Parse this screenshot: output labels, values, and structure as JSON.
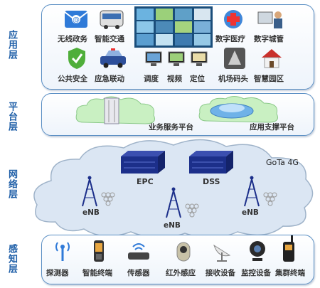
{
  "layers": {
    "application": {
      "label": "应用层",
      "items": [
        "无线政务",
        "智能交通",
        "数字医疗",
        "数字城管",
        "公共安全",
        "应急联动",
        "调度",
        "视频",
        "定位",
        "机场码头",
        "智慧园区"
      ]
    },
    "platform": {
      "label": "平台层",
      "items": [
        "业务服务平台",
        "应用支撑平台"
      ]
    },
    "network": {
      "label": "网络层",
      "items": [
        "EPC",
        "DSS",
        "GoTa 4G",
        "eNB",
        "eNB",
        "eNB"
      ]
    },
    "perception": {
      "label": "感知层",
      "items": [
        "探测器",
        "智能终端",
        "传感器",
        "红外感应",
        "接收设备",
        "监控设备",
        "集群终端"
      ]
    }
  },
  "colors": {
    "label": "#1f5fa8",
    "panel_border": "#5b8fc4",
    "cloud_fill": "#dbe6f3",
    "platform_cloud": "#c9f0c2",
    "server": "#1c2f8a"
  },
  "icons": [
    "mail-icon",
    "bus-icon",
    "monitor-wall-icon",
    "medical-icon",
    "worker-icon",
    "shield-icon",
    "police-car-icon",
    "dispatch-icon",
    "video-icon",
    "map-icon",
    "airport-icon",
    "house-icon",
    "server-rack-icon",
    "platform-disc-icon",
    "server-icon",
    "tower-icon",
    "antenna-icon",
    "phone-icon",
    "router-icon",
    "infrared-icon",
    "dish-icon",
    "webcam-icon",
    "walkie-talkie-icon"
  ]
}
